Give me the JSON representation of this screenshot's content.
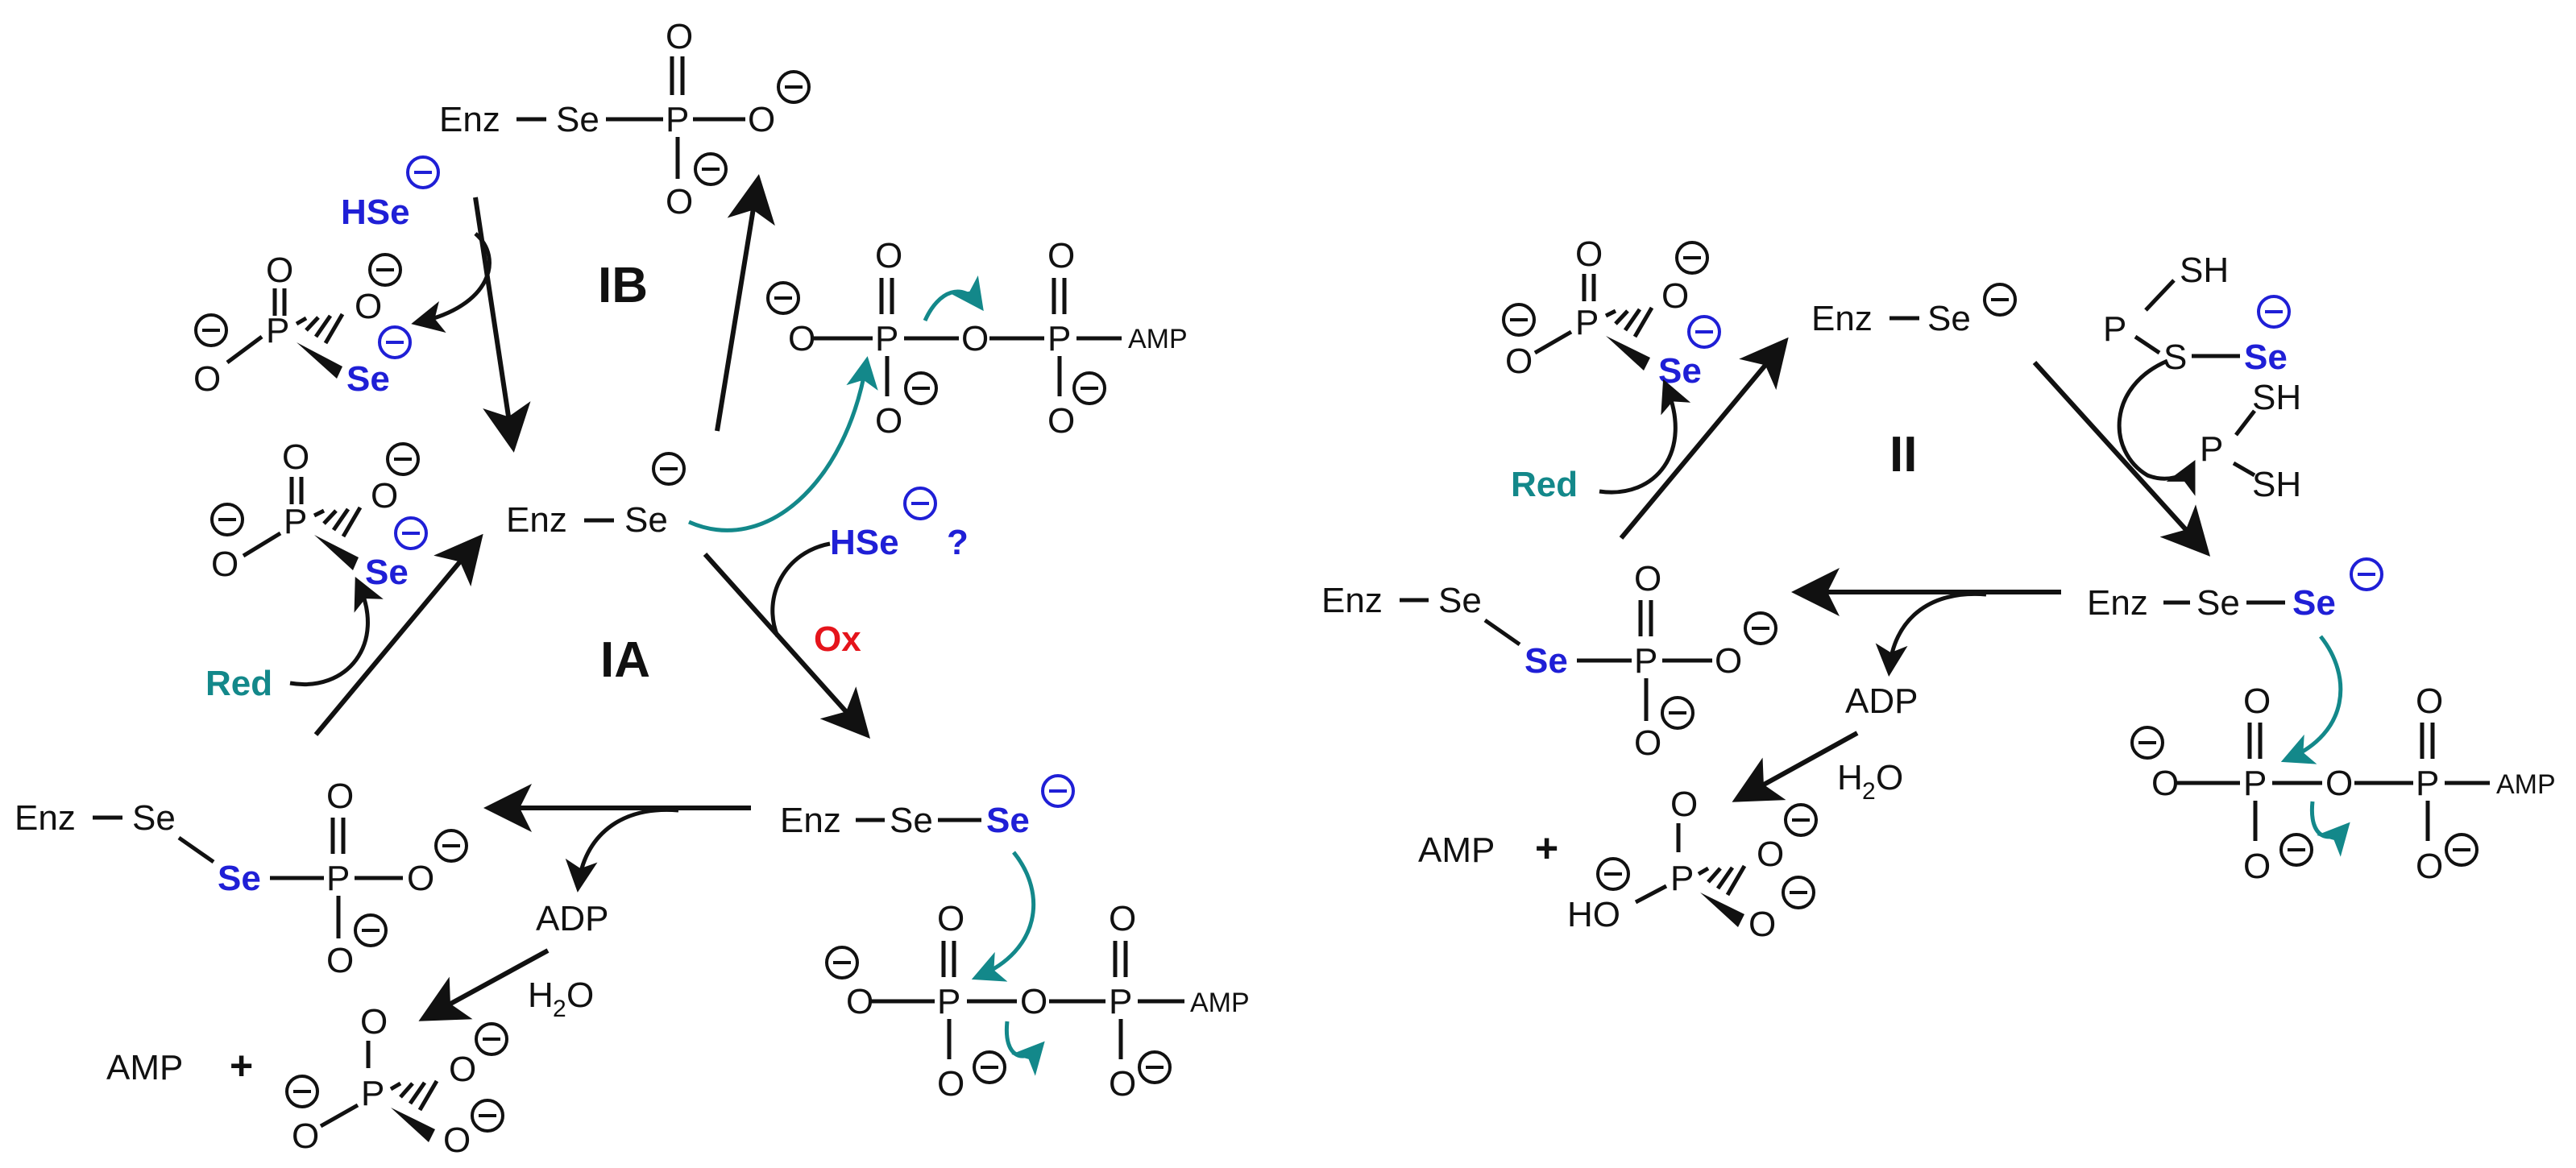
{
  "cycle_labels": {
    "ia": "IA",
    "ib": "IB",
    "ii": "II"
  },
  "reagents": {
    "red": "Red",
    "ox": "Ox",
    "hse": "HSe",
    "question": "?",
    "adp": "ADP",
    "h2o_h": "H",
    "h2o_sub": "2",
    "h2o_o": "O",
    "amp": "AMP",
    "plus": "+"
  },
  "atoms": {
    "enz": "Enz",
    "se": "Se",
    "p": "P",
    "o": "O",
    "s": "S",
    "sh": "SH",
    "ho": "HO",
    "amp_small": "AMP"
  },
  "colors": {
    "black": "#111111",
    "blue_selenium": "#1f1fd6",
    "teal_arrow": "#13888a",
    "red_ox": "#e5141b"
  }
}
